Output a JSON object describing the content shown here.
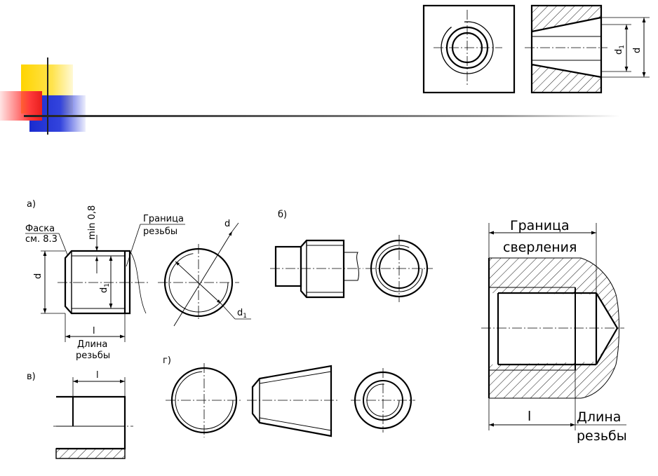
{
  "colors": {
    "accent_yellow": "#ffd400",
    "accent_red": "#ff2a2a",
    "accent_blue": "#2233cc",
    "rule": "#555555"
  },
  "top": {
    "dim_d1": "d",
    "dim_d1_sub": "1",
    "dim_d": "d"
  },
  "fig_a": {
    "tag": "а)",
    "chamfer": [
      "Фаска",
      "см. 8.3"
    ],
    "min": "min 0,8",
    "thread_boundary": [
      "Граница",
      "резьбы"
    ],
    "dim_d": "d",
    "dim_d1": "d",
    "dim_d1_sub": "1",
    "dim_l": "l",
    "thread_length": [
      "Длина",
      "резьбы"
    ],
    "circle_d": "d",
    "circle_d1": "d",
    "circle_d1_sub": "1"
  },
  "fig_b": {
    "tag": "б)"
  },
  "fig_v": {
    "tag": "в)",
    "dim_l": "l"
  },
  "fig_g": {
    "tag": "г)"
  },
  "right": {
    "drill_boundary": [
      "Граница",
      "сверления"
    ],
    "dim_l": "l",
    "thread_length": [
      "Длина",
      "резьбы"
    ]
  }
}
